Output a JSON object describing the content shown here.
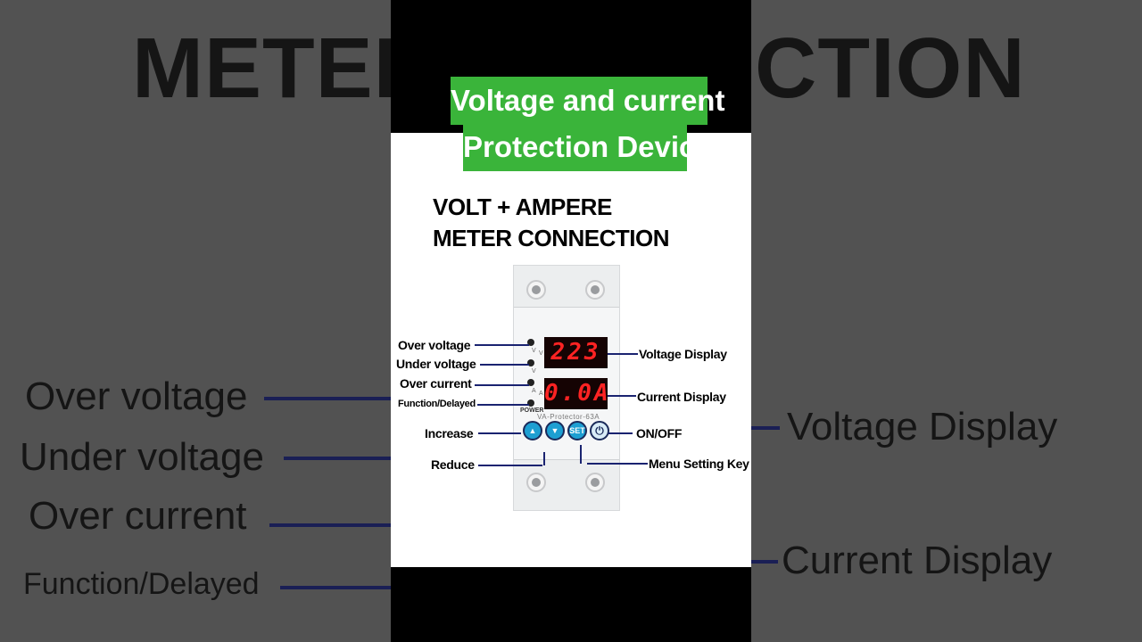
{
  "background": {
    "title_left": "METER",
    "title_right": "CTION",
    "left_labels": [
      "Over voltage",
      "Under voltage",
      "Over current",
      "Function/Delayed"
    ],
    "right_labels": [
      "Voltage Display",
      "Current Display"
    ]
  },
  "caption": {
    "line1": "Voltage and current",
    "line2": "Protection Device"
  },
  "diagram": {
    "heading_line1": "VOLT + AMPERE",
    "heading_line2": "METER CONNECTION",
    "voltage_reading": "223",
    "current_reading": "0.0A",
    "model_text": "VA-Protector-63A",
    "power_text": "POWER",
    "led_v1": "V",
    "led_v2": "V",
    "led_a": "A",
    "unit_v": "V",
    "unit_a": "A",
    "set_button": "SET",
    "labels": {
      "over_voltage": "Over voltage",
      "under_voltage": "Under voltage",
      "over_current": "Over current",
      "function_delayed": "Function/Delayed",
      "increase": "Increase",
      "reduce": "Reduce",
      "voltage_display": "Voltage Display",
      "current_display": "Current Display",
      "on_off": "ON/OFF",
      "menu_setting_key": "Menu Setting Key"
    }
  },
  "colors": {
    "caption_green": "#3ab43a",
    "lcd_red": "#ff2323",
    "button_blue": "#1d9fd2",
    "leader_line": "#1a2370"
  }
}
